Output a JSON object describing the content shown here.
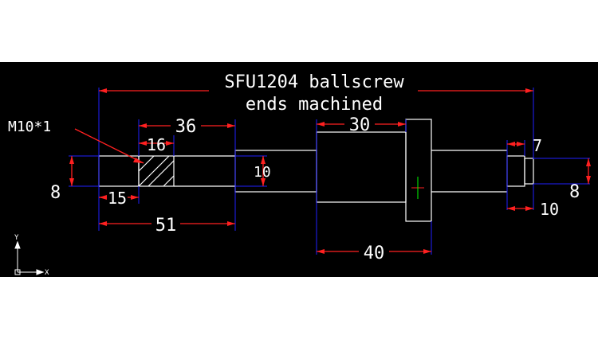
{
  "drawing": {
    "title_line1": "SFU1204 ballscrew",
    "title_line2": "ends machined",
    "callout_label": "M10*1",
    "dimensions": {
      "d36": "36",
      "d16": "16",
      "d30": "30",
      "d7": "7",
      "d8_left": "8",
      "d10_mid": "10",
      "d15": "15",
      "d51": "51",
      "d40": "40",
      "d10_right": "10",
      "d8_right": "8"
    },
    "ucs": {
      "y_label": "Y",
      "x_label": "X"
    }
  },
  "colors": {
    "background": "#000000",
    "outline": "#ffffff",
    "extension_lines": "#1f1fff",
    "dimension_lines": "#ff2020",
    "center_mark": "#00ff00",
    "page": "#ffffff"
  }
}
